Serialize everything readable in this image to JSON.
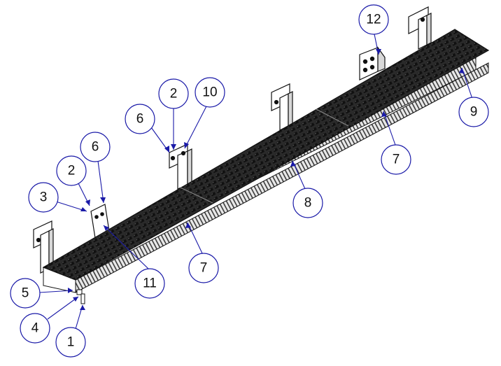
{
  "diagram": {
    "accent_color": "#1a1aa8",
    "balloons": [
      {
        "id": "b12",
        "label": "12"
      },
      {
        "id": "b2-top",
        "label": "2"
      },
      {
        "id": "b10",
        "label": "10"
      },
      {
        "id": "b6-top",
        "label": "6"
      },
      {
        "id": "b9",
        "label": "9"
      },
      {
        "id": "b6-left",
        "label": "6"
      },
      {
        "id": "b2-left",
        "label": "2"
      },
      {
        "id": "b3",
        "label": "3"
      },
      {
        "id": "b7-right",
        "label": "7"
      },
      {
        "id": "b8",
        "label": "8"
      },
      {
        "id": "b7-mid",
        "label": "7"
      },
      {
        "id": "b11",
        "label": "11"
      },
      {
        "id": "b5",
        "label": "5"
      },
      {
        "id": "b4",
        "label": "4"
      },
      {
        "id": "b1",
        "label": "1"
      }
    ]
  }
}
